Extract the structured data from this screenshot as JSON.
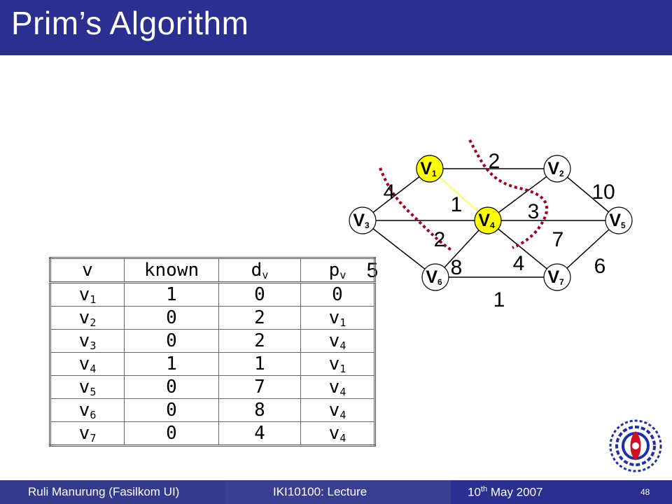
{
  "slide": {
    "title": "Prim’s Algorithm",
    "page_number": "48"
  },
  "footer": {
    "author": "Ruli Manurung (Fasilkom UI)",
    "course": "IKI10100: Lecture",
    "date_prefix": "10",
    "date_sup": "th",
    "date_suffix": " May 2007"
  },
  "graph": {
    "nodes": [
      {
        "id": "v1",
        "label": "V",
        "sub": "1",
        "highlighted": true
      },
      {
        "id": "v2",
        "label": "V",
        "sub": "2",
        "highlighted": false
      },
      {
        "id": "v3",
        "label": "V",
        "sub": "3",
        "highlighted": false
      },
      {
        "id": "v4",
        "label": "V",
        "sub": "4",
        "highlighted": true
      },
      {
        "id": "v5",
        "label": "V",
        "sub": "5",
        "highlighted": false
      },
      {
        "id": "v6",
        "label": "V",
        "sub": "6",
        "highlighted": false
      },
      {
        "id": "v7",
        "label": "V",
        "sub": "7",
        "highlighted": false
      }
    ],
    "edges": [
      {
        "from": "v1",
        "to": "v2",
        "weight": "2"
      },
      {
        "from": "v1",
        "to": "v3",
        "weight": "4"
      },
      {
        "from": "v1",
        "to": "v4",
        "weight": "1",
        "in_tree": true
      },
      {
        "from": "v2",
        "to": "v4",
        "weight": "3"
      },
      {
        "from": "v2",
        "to": "v5",
        "weight": "10"
      },
      {
        "from": "v3",
        "to": "v4",
        "weight": "2"
      },
      {
        "from": "v4",
        "to": "v5",
        "weight": "7"
      },
      {
        "from": "v3",
        "to": "v6",
        "weight": "5"
      },
      {
        "from": "v4",
        "to": "v6",
        "weight": "8"
      },
      {
        "from": "v4",
        "to": "v7",
        "weight": "4"
      },
      {
        "from": "v5",
        "to": "v7",
        "weight": "6"
      },
      {
        "from": "v6",
        "to": "v7",
        "weight": "1"
      }
    ],
    "colors": {
      "highlight": "#ffff00",
      "tree_edge": "#ffff66",
      "cut": "#a00020",
      "edge": "#000000"
    }
  },
  "table": {
    "header": [
      {
        "text": "v",
        "sub": ""
      },
      {
        "text": "known",
        "sub": ""
      },
      {
        "text": "d",
        "sub": "v"
      },
      {
        "text": "p",
        "sub": "v"
      }
    ],
    "rows": [
      [
        {
          "text": "v",
          "sub": "1"
        },
        {
          "text": "1",
          "sub": ""
        },
        {
          "text": "0",
          "sub": ""
        },
        {
          "text": "0",
          "sub": ""
        }
      ],
      [
        {
          "text": "v",
          "sub": "2"
        },
        {
          "text": "0",
          "sub": ""
        },
        {
          "text": "2",
          "sub": ""
        },
        {
          "text": "v",
          "sub": "1"
        }
      ],
      [
        {
          "text": "v",
          "sub": "3"
        },
        {
          "text": "0",
          "sub": ""
        },
        {
          "text": "2",
          "sub": ""
        },
        {
          "text": "v",
          "sub": "4"
        }
      ],
      [
        {
          "text": "v",
          "sub": "4"
        },
        {
          "text": "1",
          "sub": ""
        },
        {
          "text": "1",
          "sub": ""
        },
        {
          "text": "v",
          "sub": "1"
        }
      ],
      [
        {
          "text": "v",
          "sub": "5"
        },
        {
          "text": "0",
          "sub": ""
        },
        {
          "text": "7",
          "sub": ""
        },
        {
          "text": "v",
          "sub": "4"
        }
      ],
      [
        {
          "text": "v",
          "sub": "6"
        },
        {
          "text": "0",
          "sub": ""
        },
        {
          "text": "8",
          "sub": ""
        },
        {
          "text": "v",
          "sub": "4"
        }
      ],
      [
        {
          "text": "v",
          "sub": "7"
        },
        {
          "text": "0",
          "sub": ""
        },
        {
          "text": "4",
          "sub": ""
        },
        {
          "text": "v",
          "sub": "4"
        }
      ]
    ]
  },
  "logo": {
    "icon": "university-emblem-icon",
    "color": "#1f2fa8",
    "accent": "#d01020"
  }
}
